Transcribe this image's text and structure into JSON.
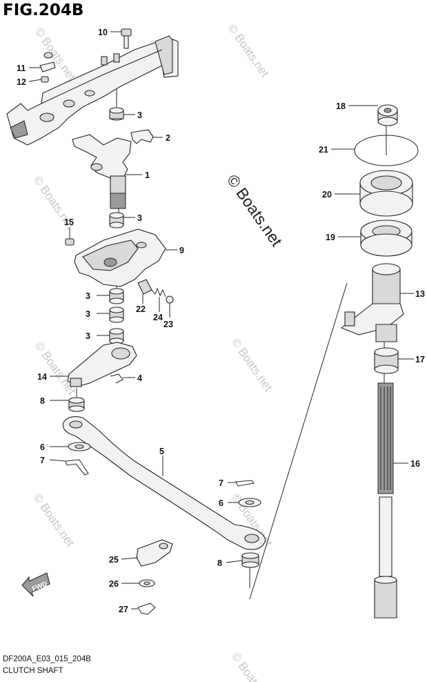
{
  "figure": {
    "title": "FIG.204B",
    "code": "DF200A_E03_015_204B",
    "name": "CLUTCH SHAFT"
  },
  "watermark": {
    "small": "© Boats.net",
    "large": "© Boats.net"
  },
  "fwd_label": "FWD",
  "callouts": [
    "10",
    "11",
    "12",
    "3",
    "2",
    "1",
    "3",
    "15",
    "9",
    "3",
    "22",
    "24",
    "23",
    "3",
    "3",
    "14",
    "4",
    "8",
    "5",
    "6",
    "7",
    "7",
    "6",
    "25",
    "8",
    "26",
    "27",
    "18",
    "21",
    "20",
    "19",
    "13",
    "17",
    "16"
  ]
}
